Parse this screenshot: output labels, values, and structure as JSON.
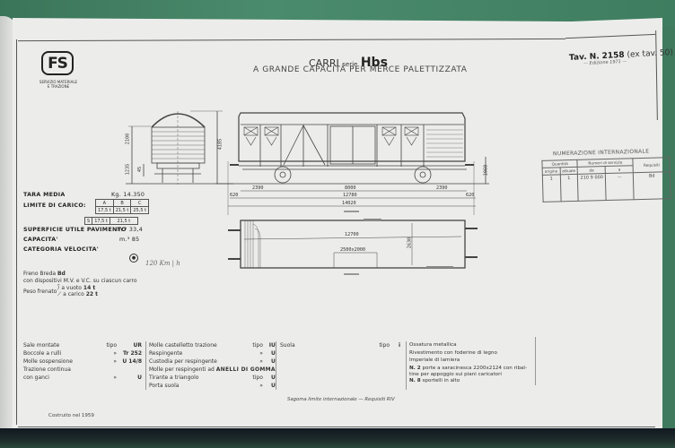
{
  "header": {
    "logo_text": "FS",
    "logo_subtitle_line1": "SERVIZIO MATERIALE",
    "logo_subtitle_line2": "E TRAZIONE",
    "title_prefix": "CARRI",
    "title_serie_label": "serie",
    "title_serie": "Hbs",
    "subtitle": "A GRANDE CAPACITÀ PER MERCE PALETTIZZATA",
    "tav_label": "Tav. N.",
    "tav_number": "2158",
    "tav_ex": "(ex tav. 50)",
    "edition": "— Edizione 1971 —"
  },
  "drawing": {
    "dims": {
      "height_total": "4185",
      "height_body": "2100",
      "height_floor": "1235",
      "small_offset": "45",
      "bogie_left": "2390",
      "wheelbase": "8000",
      "bogie_right": "2390",
      "length_body": "12780",
      "length_total": "14020",
      "buffer_left": "620",
      "buffer_right": "620",
      "buffer_height": "1060",
      "inner_length": "12700",
      "inner_width": "2630",
      "door_opening": "2500x2000"
    },
    "handwritten_note": "120  Km | h"
  },
  "specs": {
    "tara_label": "TARA MEDIA",
    "tara_unit": "Kg.",
    "tara_value": "14.350",
    "limite_label": "LIMITE DI CARICO:",
    "load_table": {
      "headers": [
        "A",
        "B",
        "C"
      ],
      "row1": [
        "17,5 t",
        "21,5 t",
        "25,5 t"
      ],
      "row2_label": "S",
      "row2": [
        "17,5 t",
        "21,5 t"
      ]
    },
    "superficie_label": "SUPERFICIE UTILE PAVIMENTO",
    "superficie_unit": "m.²",
    "superficie_value": "33,4",
    "capacita_label": "CAPACITA'",
    "capacita_unit": "m.³",
    "capacita_value": "85",
    "velocita_label": "CATEGORIA VELOCITA'",
    "velocita_symbol": "●"
  },
  "brake": {
    "line1_label": "Freno Breda",
    "line1_value": "Bd",
    "line2": "con dispositivi M.V. e V.C. su ciascun carro",
    "peso_label": "Peso frenato",
    "vuoto_label": "a vuoto",
    "vuoto_value": "14 t",
    "carico_label": "a carico",
    "carico_value": "22 t"
  },
  "numerazione": {
    "title": "NUMERAZIONE INTERNAZIONALE",
    "col_quantita": "Quantità",
    "col_numeri": "Numeri di servizio",
    "col_requisiti": "Requisiti",
    "sub_origine": "origine",
    "sub_attuale": "attuale",
    "sub_da": "da",
    "sub_a": "a",
    "row": {
      "origine": "1",
      "attuale": "1",
      "da": "210 9 000",
      "a": "—",
      "requisiti": "Bd"
    }
  },
  "components": {
    "col1": [
      {
        "label": "Sale montate",
        "tipo": "tipo",
        "value": "UR"
      },
      {
        "label": "Boccole a rulli",
        "tipo": "»",
        "value": "Tr 252"
      },
      {
        "label": "Molle sospensione",
        "tipo": "»",
        "value": "U 14/8"
      },
      {
        "label": "Trazione continua",
        "tipo": "",
        "value": ""
      },
      {
        "label": "con ganci",
        "tipo": "»",
        "value": "U"
      }
    ],
    "col2": [
      {
        "label": "Molle castelletto trazione",
        "tipo": "tipo",
        "value": "IU"
      },
      {
        "label": "Respingente",
        "tipo": "»",
        "value": "U"
      },
      {
        "label": "Custodia per respingente",
        "tipo": "»",
        "value": "U"
      },
      {
        "label": "Molle per respingenti ad",
        "tipo": "",
        "value": "ANELLI DI GOMMA"
      },
      {
        "label": "Tirante a triangolo",
        "tipo": "tipo",
        "value": "U"
      },
      {
        "label": "Porta suola",
        "tipo": "»",
        "value": "U"
      }
    ],
    "col3": [
      {
        "label": "Suola",
        "tipo": "tipo",
        "value": "i"
      }
    ],
    "col4": [
      {
        "text": "Ossatura metallica"
      },
      {
        "text": "Rivestimento con foderine di legno"
      },
      {
        "text": "Imperiale di lamiera"
      },
      {
        "bold": "N. 2",
        "text": "porte a saracinesca 2200x2124 con ribal-"
      },
      {
        "text": "tine per appoggio sui piani caricatori"
      },
      {
        "bold": "N. 8",
        "text": "sportelli in alto"
      }
    ]
  },
  "footer": {
    "sagoma": "Sagoma limite internazionale — Requisiti RIV",
    "costruito": "Costruito nel 1959"
  }
}
